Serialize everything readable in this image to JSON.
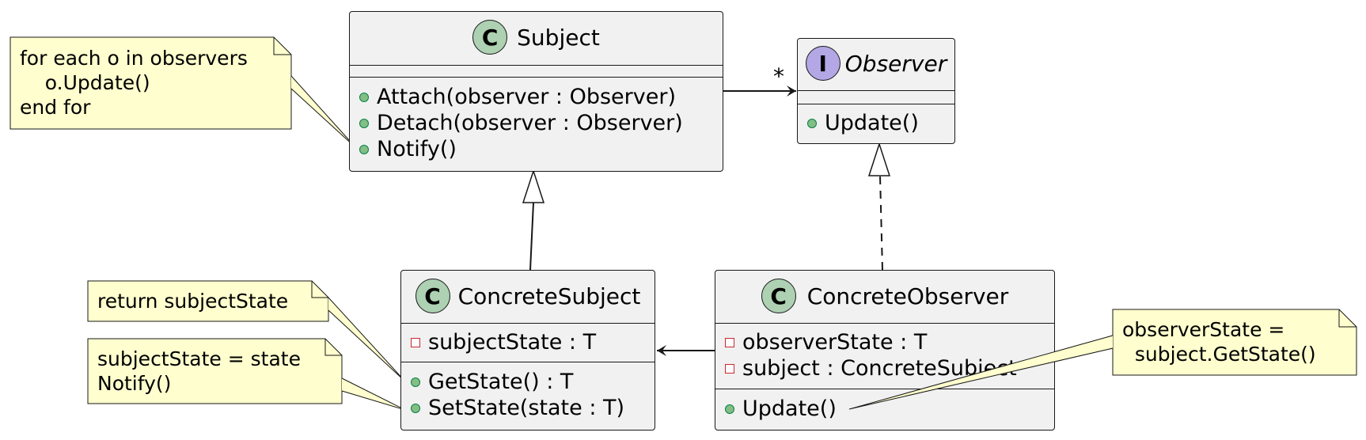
{
  "subject": {
    "stereotype": "C",
    "name": "Subject",
    "methods": [
      "Attach(observer : Observer)",
      "Detach(observer : Observer)",
      "Notify()"
    ]
  },
  "observer": {
    "stereotype": "I",
    "name": "Observer",
    "methods": [
      "Update()"
    ]
  },
  "concrete_subject": {
    "stereotype": "C",
    "name": "ConcreteSubject",
    "fields": [
      "subjectState : T"
    ],
    "methods": [
      "GetState() : T",
      "SetState(state : T)"
    ]
  },
  "concrete_observer": {
    "stereotype": "C",
    "name": "ConcreteObserver",
    "fields": [
      "observerState : T",
      "subject : ConcreteSubject"
    ],
    "methods": [
      "Update()"
    ]
  },
  "notes": {
    "notify": "for each o in observers\n    o.Update()\nend for",
    "get_state": "return subjectState",
    "set_state": "subjectState = state\nNotify()",
    "update": "observerState =\n  subject.GetState()"
  },
  "association_multiplicity": "*",
  "colors": {
    "class_fill": "#f1f1f1",
    "class_icon": "#add1b2",
    "interface_icon": "#b4a7e5",
    "note_fill": "#fefece",
    "public_marker": "#84be84",
    "private_marker": "#c82930"
  }
}
